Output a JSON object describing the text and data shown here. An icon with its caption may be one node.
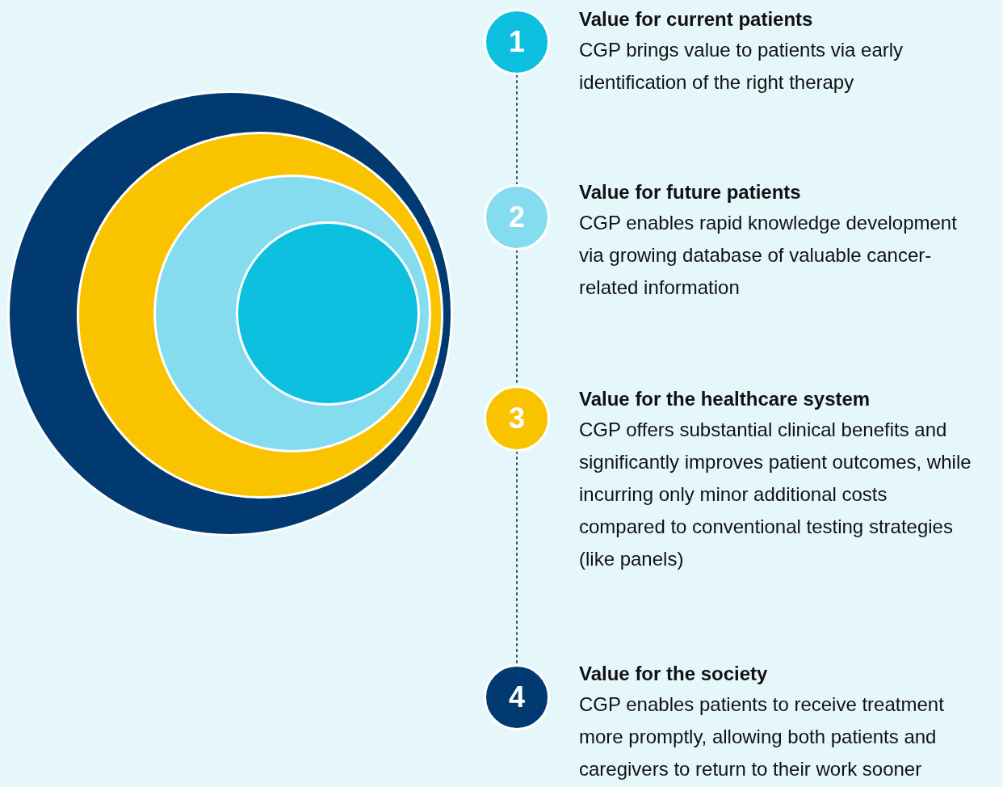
{
  "diagram": {
    "nodes": [
      {
        "text": [],
        "shape": "circle"
      },
      {
        "text": [],
        "shape": "circle",
        "in": 0
      },
      {
        "text": [],
        "shape": "circle",
        "in": 1
      },
      {
        "text": [],
        "shape": "circle",
        "in": 2
      },
      {
        "text": [
          "1"
        ],
        "beside": [
          "Value for current patients",
          "CGP brings value to patients via early identification of the right therapy"
        ]
      },
      {
        "text": [
          "2"
        ],
        "beside": [
          "Value for future patients",
          "CGP enables rapid knowledge development via growing database of valuable cancer-related information"
        ]
      },
      {
        "text": [
          "3"
        ],
        "beside": [
          "Value for the healthcare system",
          "CGP offers substantial clinical benefits and significantly improves patient outcomes, while incurring only minor additional costs compared to conventional testing strategies (like panels)"
        ]
      },
      {
        "text": [
          "4"
        ],
        "beside": [
          "Value for the society",
          "CGP enables patients to receive treatment more promptly, allowing both patients and caregivers to return to their work sooner"
        ]
      }
    ],
    "edges": [
      {
        "from": 4,
        "to": 5,
        "arrow": "none",
        "style": "dashed"
      },
      {
        "from": 5,
        "to": 6,
        "arrow": "none",
        "style": "dashed"
      },
      {
        "from": 6,
        "to": 7,
        "arrow": "none",
        "style": "dashed"
      }
    ]
  }
}
